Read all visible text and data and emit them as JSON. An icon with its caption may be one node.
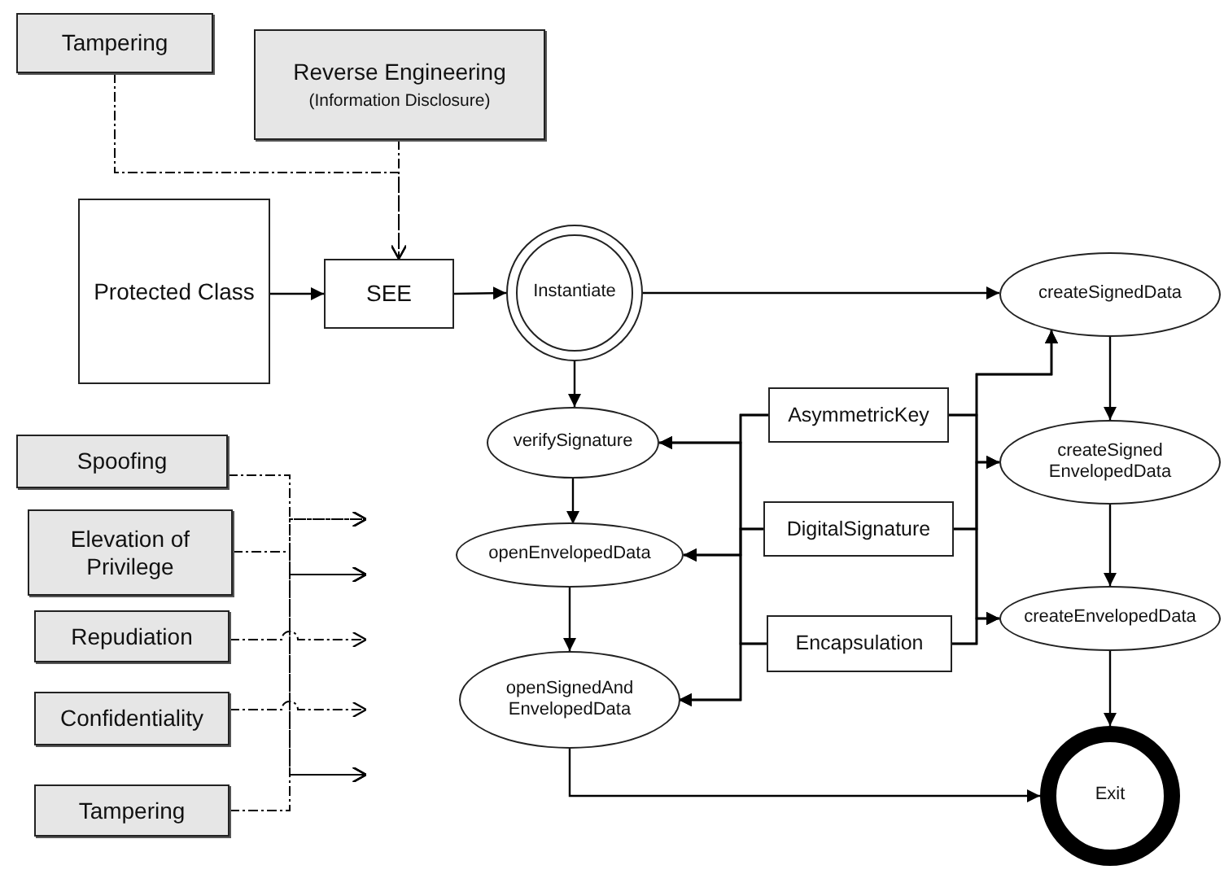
{
  "diagram": {
    "nodes": [
      {
        "text": [
          "Tampering"
        ]
      },
      {
        "text": [
          "Reverse Engineering",
          "(Information Disclosure)"
        ]
      },
      {
        "text": [
          "Protected Class"
        ]
      },
      {
        "text": [
          "SEE"
        ]
      },
      {
        "text": [
          "Instantiate"
        ]
      },
      {
        "text": [
          "createSignedData"
        ]
      },
      {
        "text": [
          "verifySignature"
        ]
      },
      {
        "text": [
          "AsymmetricKey"
        ]
      },
      {
        "text": [
          "createSigned EnvelopedData"
        ]
      },
      {
        "text": [
          "openEnvelopedData"
        ]
      },
      {
        "text": [
          "DigitalSignature"
        ]
      },
      {
        "text": [
          "Encapsulation"
        ]
      },
      {
        "text": [
          "createEnvelopedData"
        ]
      },
      {
        "text": [
          "openSignedAnd EnvelopedData"
        ]
      },
      {
        "text": [
          "Exit"
        ]
      },
      {
        "text": [
          "Spoofing"
        ]
      },
      {
        "text": [
          "Elevation of Privilege"
        ]
      },
      {
        "text": [
          "Repudiation"
        ]
      },
      {
        "text": [
          "Confidentiality"
        ]
      },
      {
        "text": [
          "Tampering"
        ]
      }
    ],
    "edges": [
      {
        "from": 0,
        "to": 3,
        "arrow": "to",
        "style": "dashed"
      },
      {
        "from": 1,
        "to": 3,
        "arrow": "to",
        "style": "dashed"
      },
      {
        "from": 2,
        "to": 3,
        "arrow": "to"
      },
      {
        "from": 3,
        "to": 4,
        "arrow": "to"
      },
      {
        "from": 4,
        "to": 5,
        "arrow": "to"
      },
      {
        "from": 4,
        "to": 6,
        "arrow": "to"
      },
      {
        "from": 6,
        "to": 9,
        "arrow": "to"
      },
      {
        "from": 9,
        "to": 13,
        "arrow": "to"
      },
      {
        "from": 5,
        "to": 8,
        "arrow": "to"
      },
      {
        "from": 8,
        "to": 12,
        "arrow": "to"
      },
      {
        "from": 12,
        "to": 14,
        "arrow": "to"
      },
      {
        "from": 13,
        "to": 14,
        "arrow": "to"
      },
      {
        "from": 7,
        "to": 6,
        "arrow": "to"
      },
      {
        "from": 7,
        "to": 9,
        "arrow": "to"
      },
      {
        "from": 7,
        "to": 13,
        "arrow": "to"
      },
      {
        "from": 10,
        "to": 6,
        "arrow": "to"
      },
      {
        "from": 10,
        "to": 9,
        "arrow": "to"
      },
      {
        "from": 10,
        "to": 13,
        "arrow": "to"
      },
      {
        "from": 11,
        "to": 6,
        "arrow": "to"
      },
      {
        "from": 11,
        "to": 9,
        "arrow": "to"
      },
      {
        "from": 11,
        "to": 13,
        "arrow": "to"
      },
      {
        "from": 7,
        "to": 5,
        "arrow": "to"
      },
      {
        "from": 7,
        "to": 8,
        "arrow": "to"
      },
      {
        "from": 7,
        "to": 12,
        "arrow": "to"
      },
      {
        "from": 10,
        "to": 5,
        "arrow": "to"
      },
      {
        "from": 10,
        "to": 8,
        "arrow": "to"
      },
      {
        "from": 10,
        "to": 12,
        "arrow": "to"
      },
      {
        "from": 11,
        "to": 5,
        "arrow": "to"
      },
      {
        "from": 11,
        "to": 8,
        "arrow": "to"
      },
      {
        "from": 11,
        "to": 12,
        "arrow": "to"
      },
      {
        "from": 15,
        "to": null,
        "arrow": "to",
        "style": "dashed"
      },
      {
        "from": 15,
        "to": null,
        "arrow": "to",
        "style": "dashed"
      },
      {
        "from": 15,
        "to": null,
        "arrow": "to",
        "style": "dashed"
      },
      {
        "from": 16,
        "to": null,
        "arrow": "to",
        "style": "dashed"
      },
      {
        "from": 16,
        "to": null,
        "arrow": "to",
        "style": "dashed"
      },
      {
        "from": 16,
        "to": null,
        "arrow": "to",
        "style": "dashed"
      },
      {
        "from": 17,
        "to": null,
        "arrow": "to",
        "style": "dashed"
      },
      {
        "from": 18,
        "to": null,
        "arrow": "to",
        "style": "dashed"
      },
      {
        "from": 19,
        "to": null,
        "arrow": "to",
        "style": "dashed"
      },
      {
        "from": 19,
        "to": null,
        "arrow": "to",
        "style": "dashed"
      },
      {
        "from": 19,
        "to": null,
        "arrow": "to",
        "style": "dashed"
      }
    ]
  }
}
